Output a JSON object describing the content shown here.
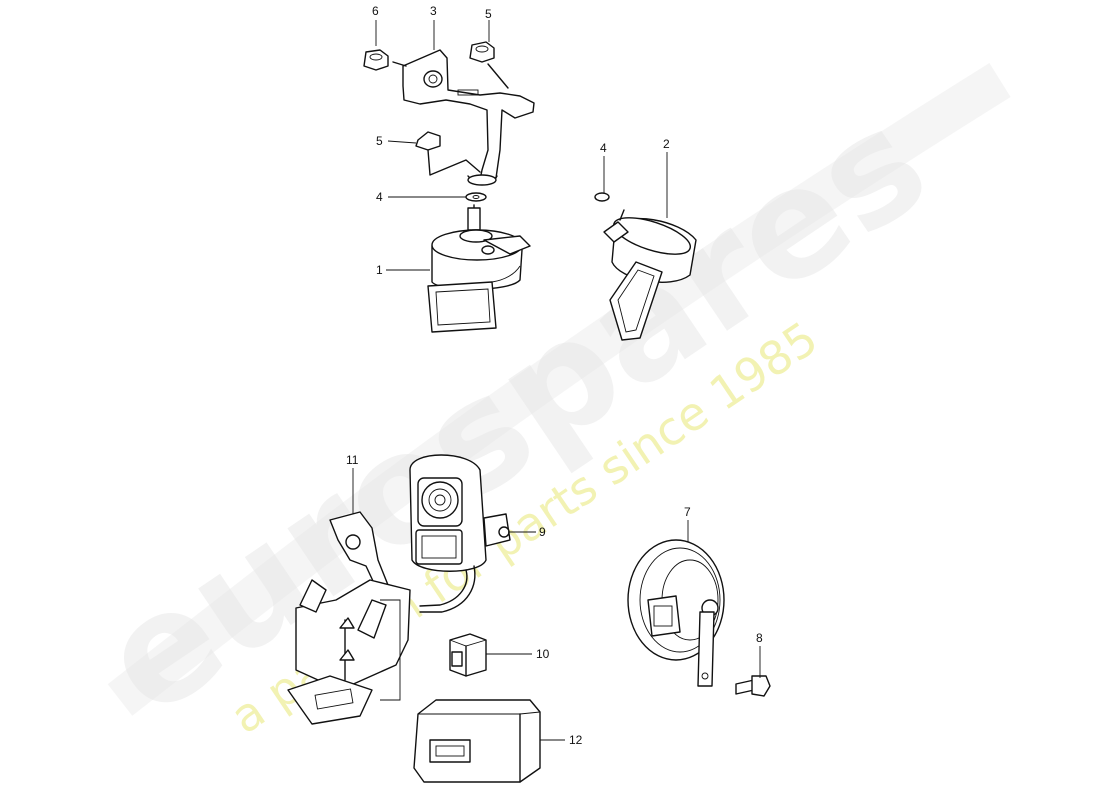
{
  "watermark": {
    "brand": "eurospares",
    "tagline": "a passion for parts since 1985"
  },
  "callouts": [
    "1",
    "2",
    "3",
    "4",
    "4",
    "5",
    "5",
    "6",
    "7",
    "8",
    "9",
    "10",
    "11",
    "12"
  ]
}
